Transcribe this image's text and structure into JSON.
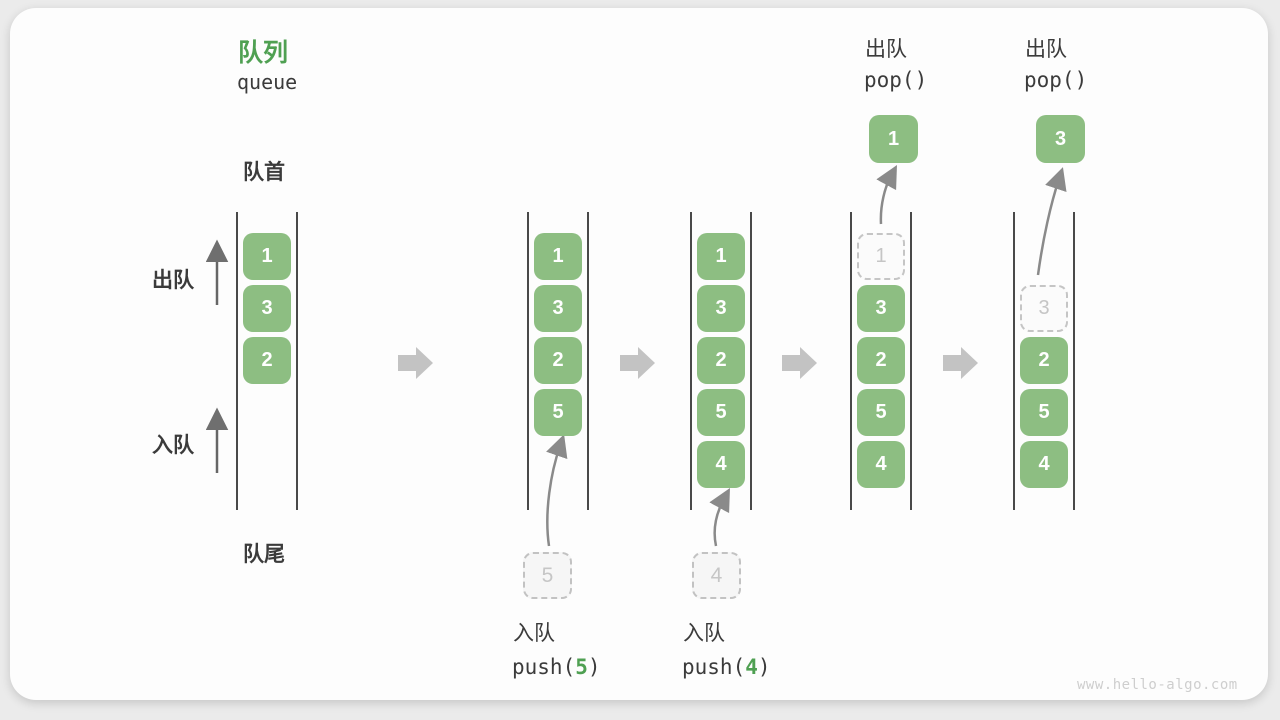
{
  "title": {
    "zh": "队列",
    "en": "queue"
  },
  "side_labels": {
    "front": "队首",
    "rear": "队尾",
    "dequeue": "出队",
    "enqueue": "入队"
  },
  "stages": [
    {
      "cells": [
        "1",
        "3",
        "2"
      ]
    },
    {
      "cells": [
        "1",
        "3",
        "2",
        "5"
      ]
    },
    {
      "cells": [
        "1",
        "3",
        "2",
        "5",
        "4"
      ]
    },
    {
      "ghost": "1",
      "cells": [
        "3",
        "2",
        "5",
        "4"
      ]
    },
    {
      "ghost": "3",
      "cells": [
        "2",
        "5",
        "4"
      ]
    }
  ],
  "push_ops": [
    {
      "zh": "入队",
      "fn": "push(",
      "arg": "5",
      "close": ")",
      "value": "5"
    },
    {
      "zh": "入队",
      "fn": "push(",
      "arg": "4",
      "close": ")",
      "value": "4"
    }
  ],
  "pop_ops": [
    {
      "zh": "出队",
      "code": "pop()",
      "value": "1"
    },
    {
      "zh": "出队",
      "code": "pop()",
      "value": "3"
    }
  ],
  "watermark": "www.hello-algo.com",
  "colors": {
    "box_green": "#8dbe82",
    "accent_green": "#4fa052",
    "text_dark": "#3b3b3b",
    "block_arrow_gray": "#c3c3c3",
    "curve_arrow_gray": "#858585",
    "ghost_gray": "#c5c5c5"
  }
}
